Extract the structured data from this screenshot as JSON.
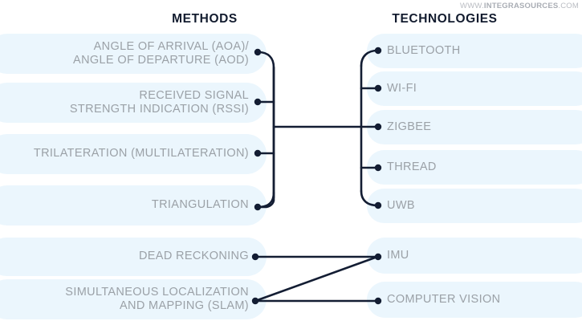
{
  "watermark": {
    "prefix": "WWW.",
    "brand": "INTEGRASOURCES",
    "suffix": ".COM"
  },
  "headings": {
    "left": "METHODS",
    "right": "TECHNOLOGIES"
  },
  "colors": {
    "pill_background": "#ebf6fd",
    "pill_text": "#9ba1a7",
    "heading_text": "#121b2e",
    "connector": "#131d33",
    "page_background": "#ffffff",
    "watermark_text": "#b9bcc2"
  },
  "chart_data": {
    "type": "diagram",
    "title": "Methods to Technologies mapping",
    "left_column_title": "METHODS",
    "right_column_title": "TECHNOLOGIES",
    "nodes_left": [
      {
        "id": "aoa_aod",
        "label": "ANGLE OF ARRIVAL (AOA)/\nANGLE OF DEPARTURE (AOD)",
        "group": "wireless"
      },
      {
        "id": "rssi",
        "label": "RECEIVED SIGNAL\nSTRENGTH INDICATION (RSSI)",
        "group": "wireless"
      },
      {
        "id": "trilateration",
        "label": "TRILATERATION (MULTILATERATION)",
        "group": "wireless"
      },
      {
        "id": "triangulation",
        "label": "TRIANGULATION",
        "group": "wireless"
      },
      {
        "id": "dead_reckoning",
        "label": "DEAD RECKONING",
        "group": "inertial"
      },
      {
        "id": "slam",
        "label": "SIMULTANEOUS LOCALIZATION\nAND MAPPING (SLAM)",
        "group": "inertial"
      }
    ],
    "nodes_right": [
      {
        "id": "bluetooth",
        "label": "BLUETOOTH",
        "group": "wireless"
      },
      {
        "id": "wifi",
        "label": "WI-FI",
        "group": "wireless"
      },
      {
        "id": "zigbee",
        "label": "ZIGBEE",
        "group": "wireless"
      },
      {
        "id": "thread",
        "label": "THREAD",
        "group": "wireless"
      },
      {
        "id": "uwb",
        "label": "UWB",
        "group": "wireless"
      },
      {
        "id": "imu",
        "label": "IMU",
        "group": "inertial"
      },
      {
        "id": "computer_vision",
        "label": "COMPUTER VISION",
        "group": "inertial"
      }
    ],
    "edges": [
      {
        "from": "aoa_aod",
        "to": "bluetooth",
        "via": "brace"
      },
      {
        "from": "aoa_aod",
        "to": "wifi",
        "via": "brace"
      },
      {
        "from": "aoa_aod",
        "to": "zigbee",
        "via": "brace"
      },
      {
        "from": "aoa_aod",
        "to": "thread",
        "via": "brace"
      },
      {
        "from": "aoa_aod",
        "to": "uwb",
        "via": "brace"
      },
      {
        "from": "rssi",
        "to": "bluetooth",
        "via": "brace"
      },
      {
        "from": "rssi",
        "to": "wifi",
        "via": "brace"
      },
      {
        "from": "rssi",
        "to": "zigbee",
        "via": "brace"
      },
      {
        "from": "rssi",
        "to": "thread",
        "via": "brace"
      },
      {
        "from": "rssi",
        "to": "uwb",
        "via": "brace"
      },
      {
        "from": "trilateration",
        "to": "bluetooth",
        "via": "brace"
      },
      {
        "from": "trilateration",
        "to": "wifi",
        "via": "brace"
      },
      {
        "from": "trilateration",
        "to": "zigbee",
        "via": "brace"
      },
      {
        "from": "trilateration",
        "to": "thread",
        "via": "brace"
      },
      {
        "from": "trilateration",
        "to": "uwb",
        "via": "brace"
      },
      {
        "from": "triangulation",
        "to": "bluetooth",
        "via": "brace"
      },
      {
        "from": "triangulation",
        "to": "wifi",
        "via": "brace"
      },
      {
        "from": "triangulation",
        "to": "zigbee",
        "via": "brace"
      },
      {
        "from": "triangulation",
        "to": "thread",
        "via": "brace"
      },
      {
        "from": "triangulation",
        "to": "uwb",
        "via": "brace"
      },
      {
        "from": "dead_reckoning",
        "to": "imu",
        "via": "direct"
      },
      {
        "from": "slam",
        "to": "imu",
        "via": "direct"
      },
      {
        "from": "slam",
        "to": "computer_vision",
        "via": "direct"
      }
    ]
  },
  "left_items": [
    {
      "label": "ANGLE OF ARRIVAL (AOA)/\nANGLE OF DEPARTURE (AOD)"
    },
    {
      "label": "RECEIVED SIGNAL\nSTRENGTH INDICATION (RSSI)"
    },
    {
      "label": "TRILATERATION (MULTILATERATION)"
    },
    {
      "label": "TRIANGULATION"
    },
    {
      "label": "DEAD RECKONING"
    },
    {
      "label": "SIMULTANEOUS LOCALIZATION\nAND MAPPING (SLAM)"
    }
  ],
  "right_items": [
    {
      "label": "BLUETOOTH"
    },
    {
      "label": "WI-FI"
    },
    {
      "label": "ZIGBEE"
    },
    {
      "label": "THREAD"
    },
    {
      "label": "UWB"
    },
    {
      "label": "IMU"
    },
    {
      "label": "COMPUTER VISION"
    }
  ]
}
